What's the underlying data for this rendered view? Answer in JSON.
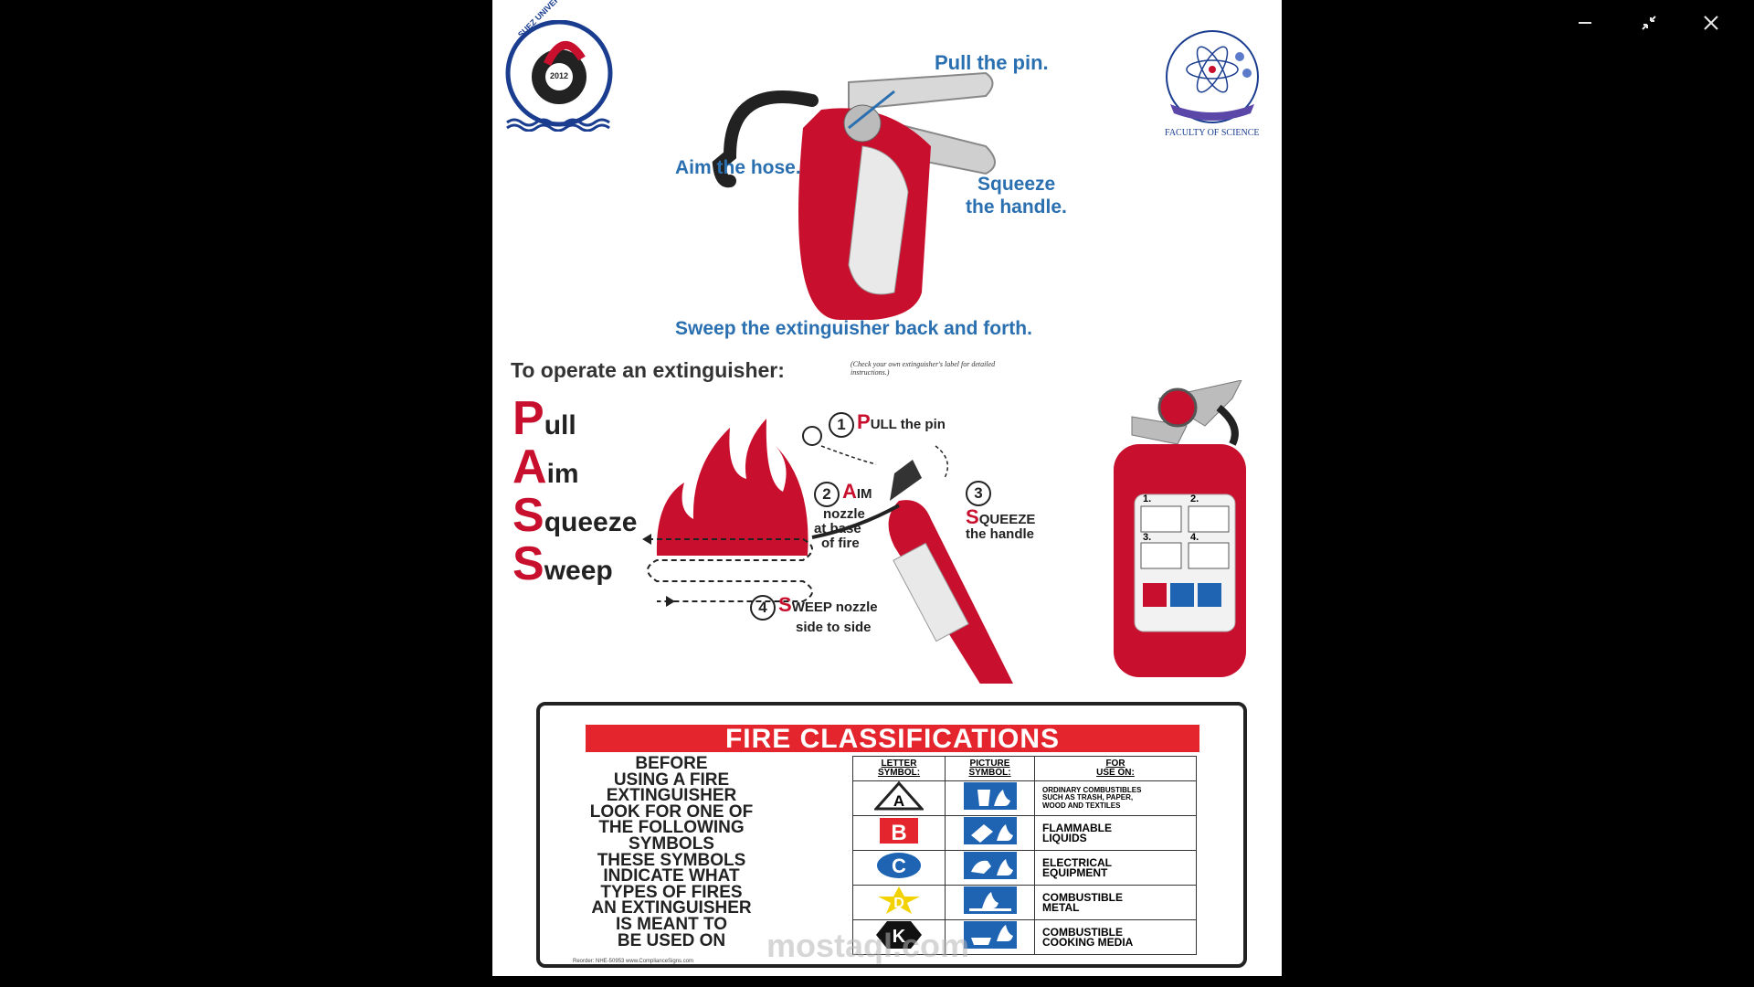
{
  "viewer": {
    "minimize_icon": "minimize-icon",
    "restore_icon": "restore-icon",
    "close_icon": "close-icon"
  },
  "poster": {
    "logos": {
      "suez_text": "SUEZ UNIVERSITY",
      "suez_year": "2012",
      "faculty_caption": "FACULTY OF SCIENCE"
    },
    "diagram": {
      "pull_label": "Pull the pin.",
      "aim_label": "Aim the hose.",
      "squeeze_label_1": "Squeeze",
      "squeeze_label_2": "the handle.",
      "sweep_label": "Sweep the extinguisher back and forth."
    },
    "operate": {
      "heading": "To operate an extinguisher:",
      "note": "(Check your own extinguisher's label for detailed instructions.)"
    },
    "pass": {
      "p_letter": "P",
      "p_rest": "ull",
      "a_letter": "A",
      "a_rest": "im",
      "s1_letter": "S",
      "s1_rest": "queeze",
      "s2_letter": "S",
      "s2_rest": "weep"
    },
    "steps": {
      "s1_num": "1",
      "s1_cap": "P",
      "s1_text": "ULL the pin",
      "s2_num": "2",
      "s2_cap": "A",
      "s2_text": "IM",
      "s2_sub1": "nozzle",
      "s2_sub2": "at base",
      "s2_sub3": "of fire",
      "s3_num": "3",
      "s3_cap": "S",
      "s3_text": "QUEEZE",
      "s3_sub": "the handle",
      "s4_num": "4",
      "s4_cap": "S",
      "s4_text": "WEEP nozzle",
      "s4_sub": "side to side"
    },
    "extinguisher_label": {
      "n1": "1.",
      "n2": "2.",
      "n3": "3.",
      "n4": "4."
    },
    "classifications": {
      "title": "FIRE CLASSIFICATIONS",
      "left_text": [
        "BEFORE",
        "USING A FIRE",
        "EXTINGUISHER",
        "LOOK FOR ONE OF",
        "THE FOLLOWING",
        "SYMBOLS",
        "THESE SYMBOLS",
        "INDICATE WHAT",
        "TYPES OF FIRES",
        "AN EXTINGUISHER",
        "IS MEANT TO",
        "BE USED ON"
      ],
      "col_letter_1": "LETTER",
      "col_letter_2": "SYMBOL:",
      "col_picture_1": "PICTURE",
      "col_picture_2": "SYMBOL:",
      "col_use_1": "FOR",
      "col_use_2": "USE ON:",
      "rows": [
        {
          "letter": "A",
          "desc_1": "ORDINARY COMBUSTIBLES",
          "desc_2": "SUCH AS TRASH, PAPER,",
          "desc_3": "WOOD AND TEXTILES"
        },
        {
          "letter": "B",
          "desc_1": "FLAMMABLE",
          "desc_2": "LIQUIDS"
        },
        {
          "letter": "C",
          "desc_1": "ELECTRICAL",
          "desc_2": "EQUIPMENT"
        },
        {
          "letter": "D",
          "desc_1": "COMBUSTIBLE",
          "desc_2": "METAL"
        },
        {
          "letter": "K",
          "desc_1": "COMBUSTIBLE",
          "desc_2": "COOKING MEDIA"
        }
      ],
      "reorder": "Reorder: NHE-50953 www.ComplianceSigns.com"
    },
    "watermark": "mostaql.com",
    "colors": {
      "red": "#c8102e",
      "blue": "#2a6fb0",
      "table_blue": "#1f64b2"
    }
  }
}
